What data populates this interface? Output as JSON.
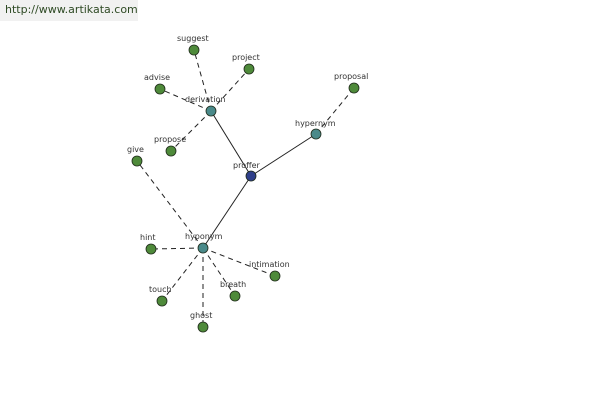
{
  "header": {
    "url": "http://www.artikata.com"
  },
  "colors": {
    "center_node": "#2f3f8a",
    "hub_node": "#4a8a8a",
    "leaf_node": "#4e8a3a",
    "solid_edge": "#222222",
    "dashed_edge": "#222222"
  },
  "graph": {
    "nodes": [
      {
        "id": "proffer",
        "label": "proffer",
        "kind": "center"
      },
      {
        "id": "derivation",
        "label": "derivation",
        "kind": "hub"
      },
      {
        "id": "hypernym",
        "label": "hypernym",
        "kind": "hub"
      },
      {
        "id": "hyponym",
        "label": "hyponym",
        "kind": "hub"
      },
      {
        "id": "suggest",
        "label": "suggest",
        "kind": "leaf"
      },
      {
        "id": "project",
        "label": "project",
        "kind": "leaf"
      },
      {
        "id": "advise",
        "label": "advise",
        "kind": "leaf"
      },
      {
        "id": "propose",
        "label": "propose",
        "kind": "leaf"
      },
      {
        "id": "proposal",
        "label": "proposal",
        "kind": "leaf"
      },
      {
        "id": "give",
        "label": "give",
        "kind": "leaf"
      },
      {
        "id": "hint",
        "label": "hint",
        "kind": "leaf"
      },
      {
        "id": "intimation",
        "label": "intimation",
        "kind": "leaf"
      },
      {
        "id": "touch",
        "label": "touch",
        "kind": "leaf"
      },
      {
        "id": "breath",
        "label": "breath",
        "kind": "leaf"
      },
      {
        "id": "ghost",
        "label": "ghost",
        "kind": "leaf"
      }
    ],
    "edges": [
      {
        "from": "proffer",
        "to": "derivation",
        "style": "solid"
      },
      {
        "from": "proffer",
        "to": "hypernym",
        "style": "solid"
      },
      {
        "from": "proffer",
        "to": "hyponym",
        "style": "solid"
      },
      {
        "from": "derivation",
        "to": "suggest",
        "style": "dashed"
      },
      {
        "from": "derivation",
        "to": "project",
        "style": "dashed"
      },
      {
        "from": "derivation",
        "to": "advise",
        "style": "dashed"
      },
      {
        "from": "derivation",
        "to": "propose",
        "style": "dashed"
      },
      {
        "from": "hypernym",
        "to": "proposal",
        "style": "dashed"
      },
      {
        "from": "hyponym",
        "to": "give",
        "style": "dashed"
      },
      {
        "from": "hyponym",
        "to": "hint",
        "style": "dashed"
      },
      {
        "from": "hyponym",
        "to": "intimation",
        "style": "dashed"
      },
      {
        "from": "hyponym",
        "to": "touch",
        "style": "dashed"
      },
      {
        "from": "hyponym",
        "to": "breath",
        "style": "dashed"
      },
      {
        "from": "hyponym",
        "to": "ghost",
        "style": "dashed"
      }
    ]
  }
}
